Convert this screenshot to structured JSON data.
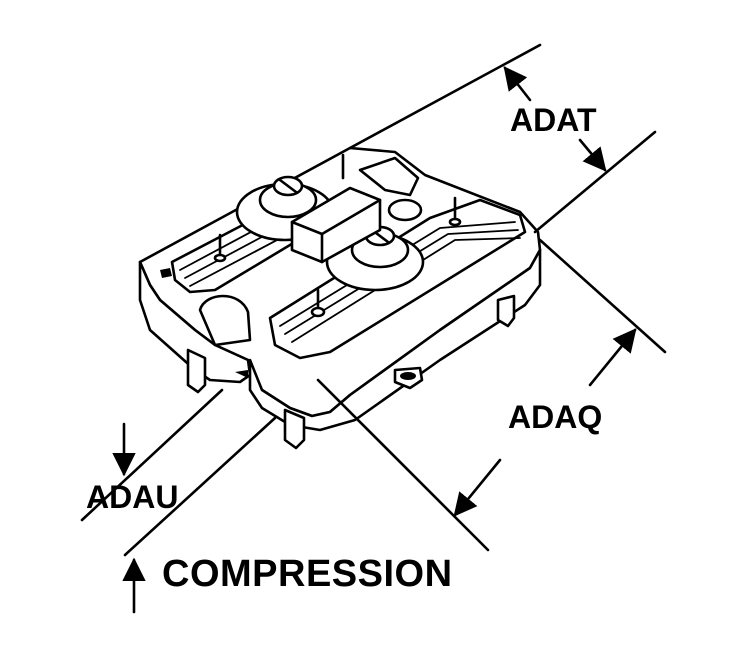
{
  "labels": {
    "top_dimension": "ADAT",
    "right_dimension": "ADAQ",
    "left_dimension": "ADAU",
    "load_direction": "COMPRESSION"
  }
}
